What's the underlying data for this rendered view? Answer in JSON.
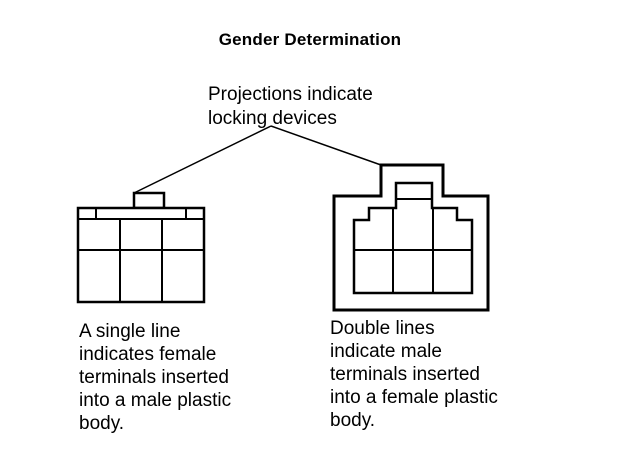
{
  "title": "Gender Determination",
  "callout": {
    "line1": "Projections indicate",
    "line2": "locking devices"
  },
  "left_connector": {
    "caption_lines": [
      "A single line",
      "indicates female",
      "terminals inserted",
      "into a male plastic",
      "body."
    ]
  },
  "right_connector": {
    "caption_lines": [
      "Double lines",
      "indicate male",
      "terminals inserted",
      "into a female plastic",
      "body."
    ]
  },
  "colors": {
    "ink": "#000000",
    "background": "#ffffff"
  }
}
